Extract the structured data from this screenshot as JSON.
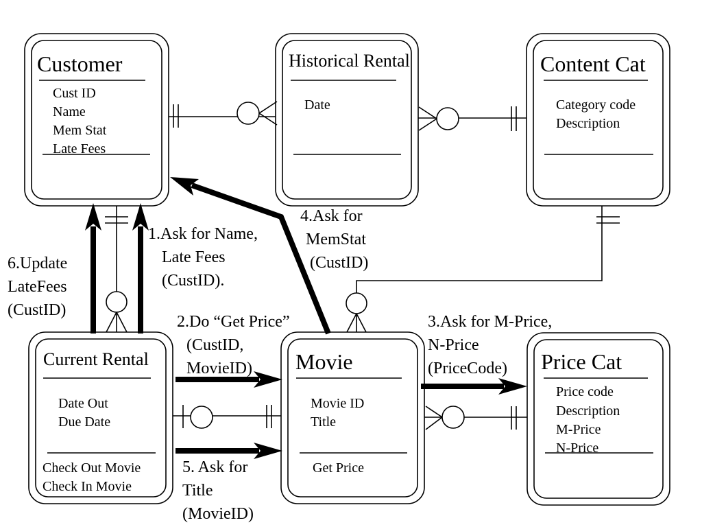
{
  "entities": {
    "customer": {
      "title": "Customer",
      "attributes": [
        "Cust ID",
        "Name",
        "Mem Stat",
        "Late Fees"
      ]
    },
    "historical_rental": {
      "title": "Historical Rental",
      "attributes": [
        "Date"
      ]
    },
    "content_cat": {
      "title": "Content Cat",
      "attributes": [
        "Category code",
        "Description"
      ]
    },
    "current_rental": {
      "title": "Current Rental",
      "attributes": [
        "Date Out",
        "Due Date"
      ],
      "methods": [
        "Check Out Movie",
        "Check In Movie"
      ]
    },
    "movie": {
      "title": "Movie",
      "attributes": [
        "Movie ID",
        "Title"
      ],
      "methods": [
        "Get Price"
      ]
    },
    "price_cat": {
      "title": "Price Cat",
      "attributes": [
        "Price code",
        "Description",
        "M-Price",
        "N-Price"
      ]
    }
  },
  "messages": {
    "m1": [
      "1.Ask for Name,",
      "Late Fees",
      "(CustID)."
    ],
    "m2": [
      "2.Do “Get Price”",
      "(CustID,",
      "MovieID)"
    ],
    "m3": [
      "3.Ask for M-Price,",
      "N-Price",
      "(PriceCode)"
    ],
    "m4": [
      "4.Ask for",
      "MemStat",
      "(CustID)"
    ],
    "m5": [
      "5. Ask for",
      "Title",
      "(MovieID)"
    ],
    "m6": [
      "6.Update",
      "LateFees",
      "(CustID)"
    ]
  }
}
